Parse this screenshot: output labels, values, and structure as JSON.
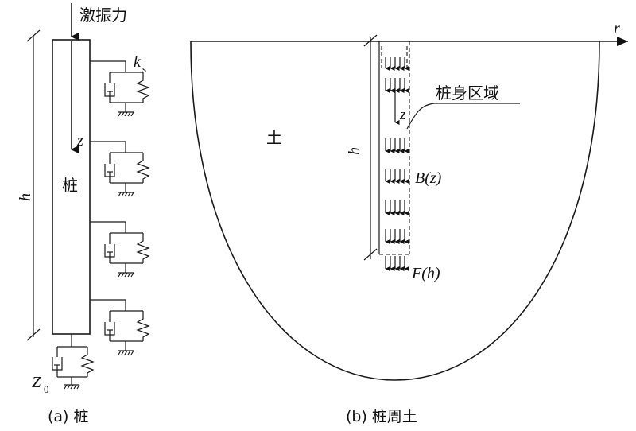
{
  "left_panel": {
    "force_label": "激振力",
    "spring_label_k": "k",
    "spring_label_sub": "s",
    "z_label": "z",
    "pile_label": "桩",
    "h_label": "h",
    "base_label_Z": "Z",
    "base_label_sub": "0",
    "caption": "(a) 桩"
  },
  "right_panel": {
    "r_axis_label": "r",
    "soil_label": "土",
    "h_label": "h",
    "z_label": "z",
    "region_label": "桩身区域",
    "bz_label": "B(z)",
    "fh_label": "F(h)",
    "caption": "(b) 桩周土"
  }
}
